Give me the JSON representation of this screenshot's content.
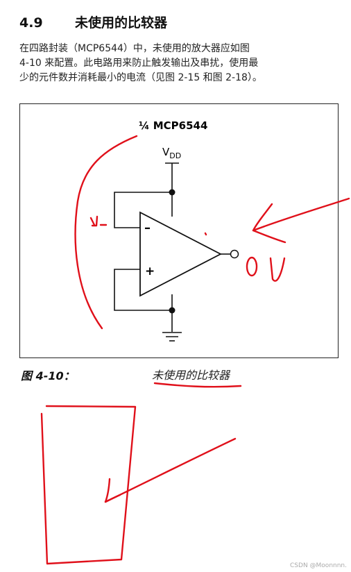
{
  "section": {
    "number": "4.9",
    "title": "未使用的比较器"
  },
  "paragraph": [
    "在四路封装（MCP6544）中，未使用的放大器应如图",
    "4-10 来配置。此电路用来防止触发输出及串扰，使用最",
    "少的元件数并消耗最小的电流（见图 2-15 和图 2-18）。"
  ],
  "figure": {
    "part_label": "¼ MCP6544",
    "supply_label": "V",
    "supply_subscript": "DD",
    "minus_sign": "–",
    "plus_sign": "+",
    "caption_label": "图 4-10：",
    "caption_title": "未使用的比较器"
  },
  "annotations": {
    "left_mark": "u-",
    "output_mark": "0 V"
  },
  "watermark": "CSDN @Moonnnn.",
  "colors": {
    "ink": "#111111",
    "annotation_red": "#e0101a"
  }
}
